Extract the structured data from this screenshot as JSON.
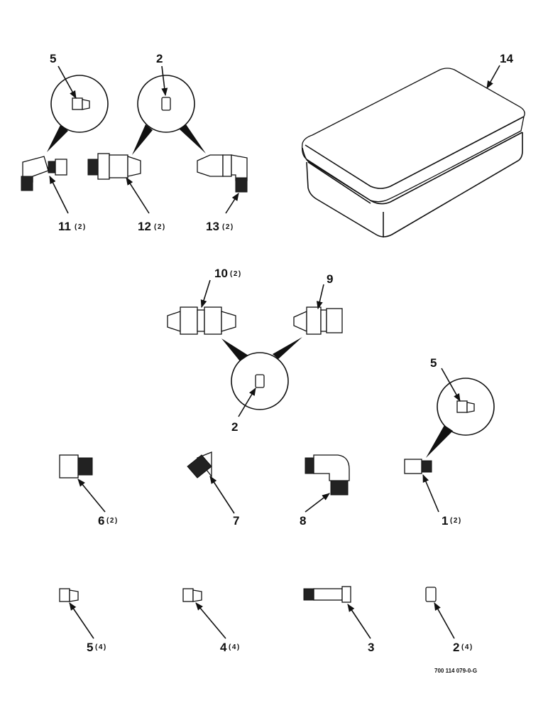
{
  "figure_code": "700 114 079-0-G",
  "callouts": [
    {
      "id": "c5a",
      "num": "5",
      "qty": ""
    },
    {
      "id": "c2a",
      "num": "2",
      "qty": ""
    },
    {
      "id": "c14",
      "num": "14",
      "qty": ""
    },
    {
      "id": "c11",
      "num": "11",
      "qty": "(2)"
    },
    {
      "id": "c12",
      "num": "12",
      "qty": "(2)"
    },
    {
      "id": "c13",
      "num": "13",
      "qty": "(2)"
    },
    {
      "id": "c10",
      "num": "10",
      "qty": "(2)"
    },
    {
      "id": "c9",
      "num": "9",
      "qty": ""
    },
    {
      "id": "c2b",
      "num": "2",
      "qty": ""
    },
    {
      "id": "c5b",
      "num": "5",
      "qty": ""
    },
    {
      "id": "c6",
      "num": "6",
      "qty": "(2)"
    },
    {
      "id": "c7",
      "num": "7",
      "qty": ""
    },
    {
      "id": "c8",
      "num": "8",
      "qty": ""
    },
    {
      "id": "c1",
      "num": "1",
      "qty": "(2)"
    },
    {
      "id": "c5c",
      "num": "5",
      "qty": "(4)"
    },
    {
      "id": "c4",
      "num": "4",
      "qty": "(4)"
    },
    {
      "id": "c3",
      "num": "3",
      "qty": ""
    },
    {
      "id": "c2c",
      "num": "2",
      "qty": "(4)"
    }
  ]
}
